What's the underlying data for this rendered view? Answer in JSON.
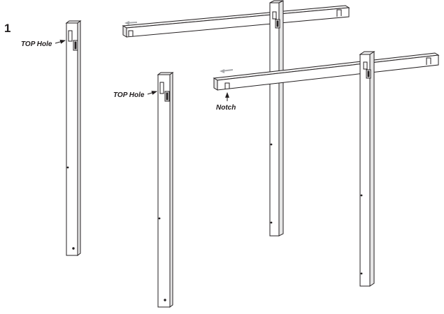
{
  "step_number": "1",
  "callouts": {
    "top_hole_left": "TOP Hole",
    "top_hole_middle": "TOP Hole",
    "notch": "Notch"
  },
  "colors": {
    "line": "#231f20",
    "face_light": "#ffffff",
    "face_shade": "#e6e6e6",
    "arrow_gray": "#a7a9ac"
  }
}
